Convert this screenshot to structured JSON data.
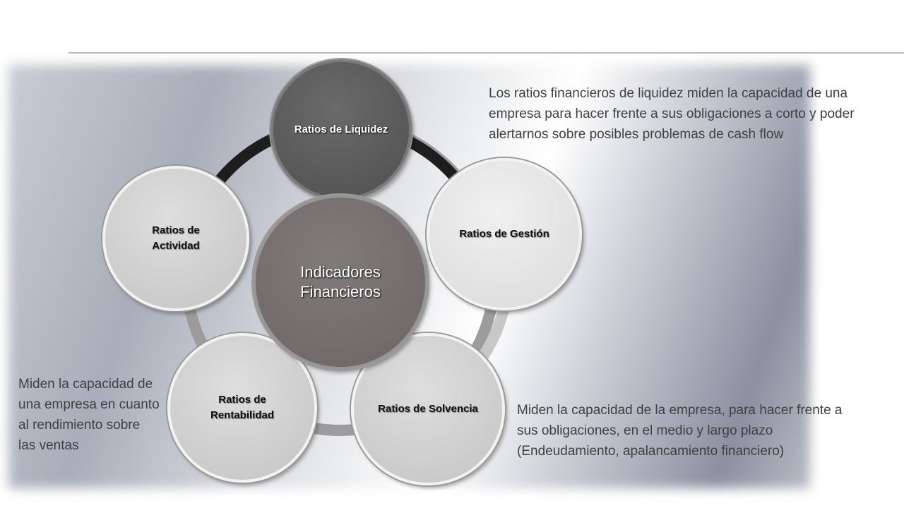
{
  "diagram": {
    "center": "Indicadores Financieros",
    "nodes": {
      "liquidez": "Ratios de Liquidez",
      "gestion": "Ratios de Gestión",
      "solvencia": "Ratios de Solvencia",
      "rentabilidad": "Ratios de Rentabilidad",
      "actividad": "Ratios de Actividad"
    }
  },
  "descriptions": {
    "liquidez": "Los ratios financieros de liquidez miden la capacidad de una empresa para hacer frente a sus obligaciones a corto y poder alertarnos sobre posibles problemas de cash flow",
    "rentabilidad": "Miden la capacidad de una empresa en cuanto al rendimiento sobre las ventas",
    "solvencia": "Miden la capacidad de la empresa, para hacer frente a sus obligaciones, en el medio y largo plazo (Endeudamiento, apalancamiento financiero)"
  }
}
